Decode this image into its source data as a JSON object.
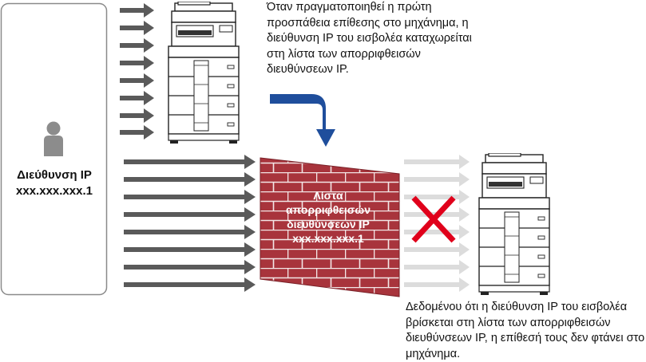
{
  "attacker": {
    "label": "Διεύθυνση IP",
    "ip": "xxx.xxx.xxx.1",
    "icon": "person-icon"
  },
  "firewall": {
    "title": "Λίστα",
    "line2": "απορριφθεισών",
    "line3": "διευθύνσεων IP",
    "ip": "xxx.xxx.xxx.1",
    "brick_color": "#a8343c",
    "mortar_color": "#ffffff"
  },
  "captions": {
    "first_attempt": "Όταν πραγματοποιηθεί η πρώτη προσπάθεια επίθεσης στο μηχάνημα, η διεύθυνση IP του εισβολέα καταχωρείται στη λίστα των απορριφθεισών διευθύνσεων IP.",
    "blocked": "Δεδομένου ότι η διεύθυνση IP του εισβολέα βρίσκεται στη λίστα των απορριφθεισών διευθύνσεων IP, η επίθεσή τους δεν φτάνει στο μηχάνημα."
  },
  "colors": {
    "attack_arrow": "#5a5a5a",
    "blocked_arrow": "#dcdcdc",
    "register_arrow": "#1f4e9c",
    "blocked_x": "#e0001b",
    "device_outline": "#222222"
  },
  "icons": {
    "machine": "multifunction-printer-icon",
    "cross": "blocked-x-icon",
    "register": "curved-arrow-icon"
  }
}
